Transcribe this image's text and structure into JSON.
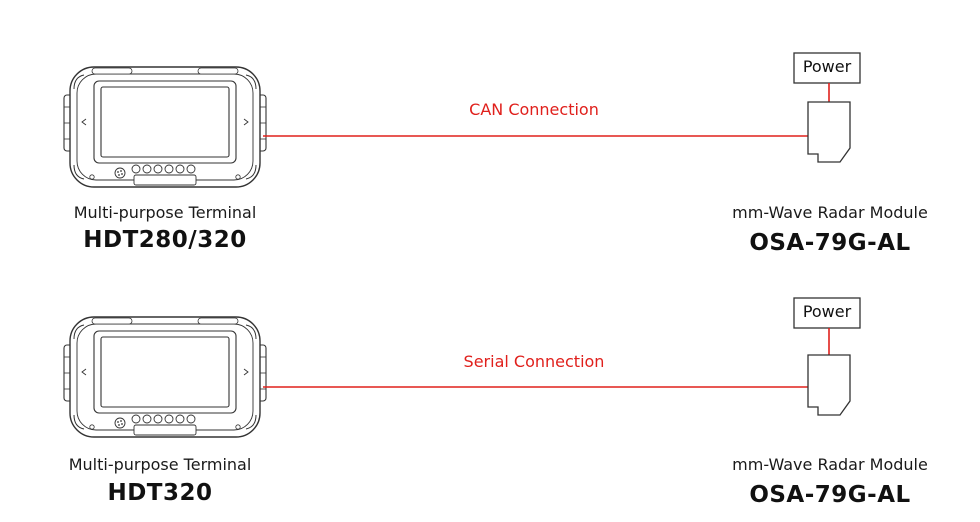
{
  "connections": [
    {
      "terminal": {
        "caption": "Multi-purpose Terminal",
        "model": "HDT280/320"
      },
      "link_label": "CAN Connection",
      "power_label": "Power",
      "radar": {
        "caption": "mm-Wave Radar Module",
        "model": "OSA-79G-AL"
      }
    },
    {
      "terminal": {
        "caption": "Multi-purpose Terminal",
        "model": "HDT320"
      },
      "link_label": "Serial Connection",
      "power_label": "Power",
      "radar": {
        "caption": "mm-Wave Radar Module",
        "model": "OSA-79G-AL"
      }
    }
  ],
  "colors": {
    "link": "#e0201c",
    "outline": "#333333"
  }
}
